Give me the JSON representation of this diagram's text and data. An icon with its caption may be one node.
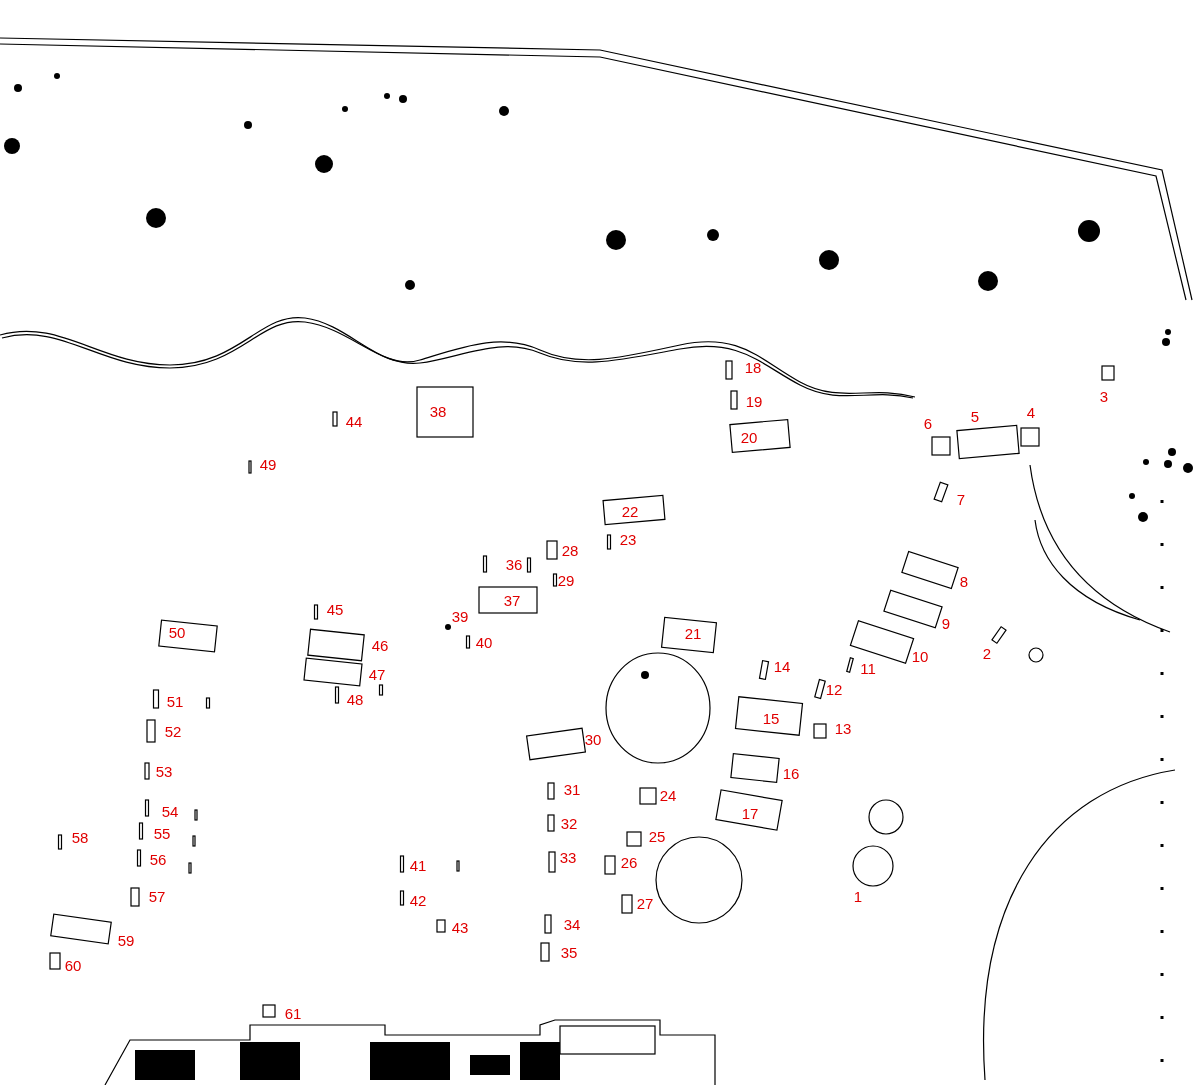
{
  "diagram": {
    "labels": [
      "1",
      "2",
      "3",
      "4",
      "5",
      "6",
      "7",
      "8",
      "9",
      "10",
      "11",
      "12",
      "13",
      "14",
      "15",
      "16",
      "17",
      "18",
      "19",
      "20",
      "21",
      "22",
      "23",
      "24",
      "25",
      "26",
      "27",
      "28",
      "29",
      "30",
      "31",
      "32",
      "33",
      "34",
      "35",
      "36",
      "37",
      "38",
      "39",
      "40",
      "41",
      "42",
      "43",
      "44",
      "45",
      "46",
      "47",
      "48",
      "49",
      "50",
      "51",
      "52",
      "53",
      "54",
      "55",
      "56",
      "57",
      "58",
      "59",
      "60",
      "61"
    ]
  }
}
